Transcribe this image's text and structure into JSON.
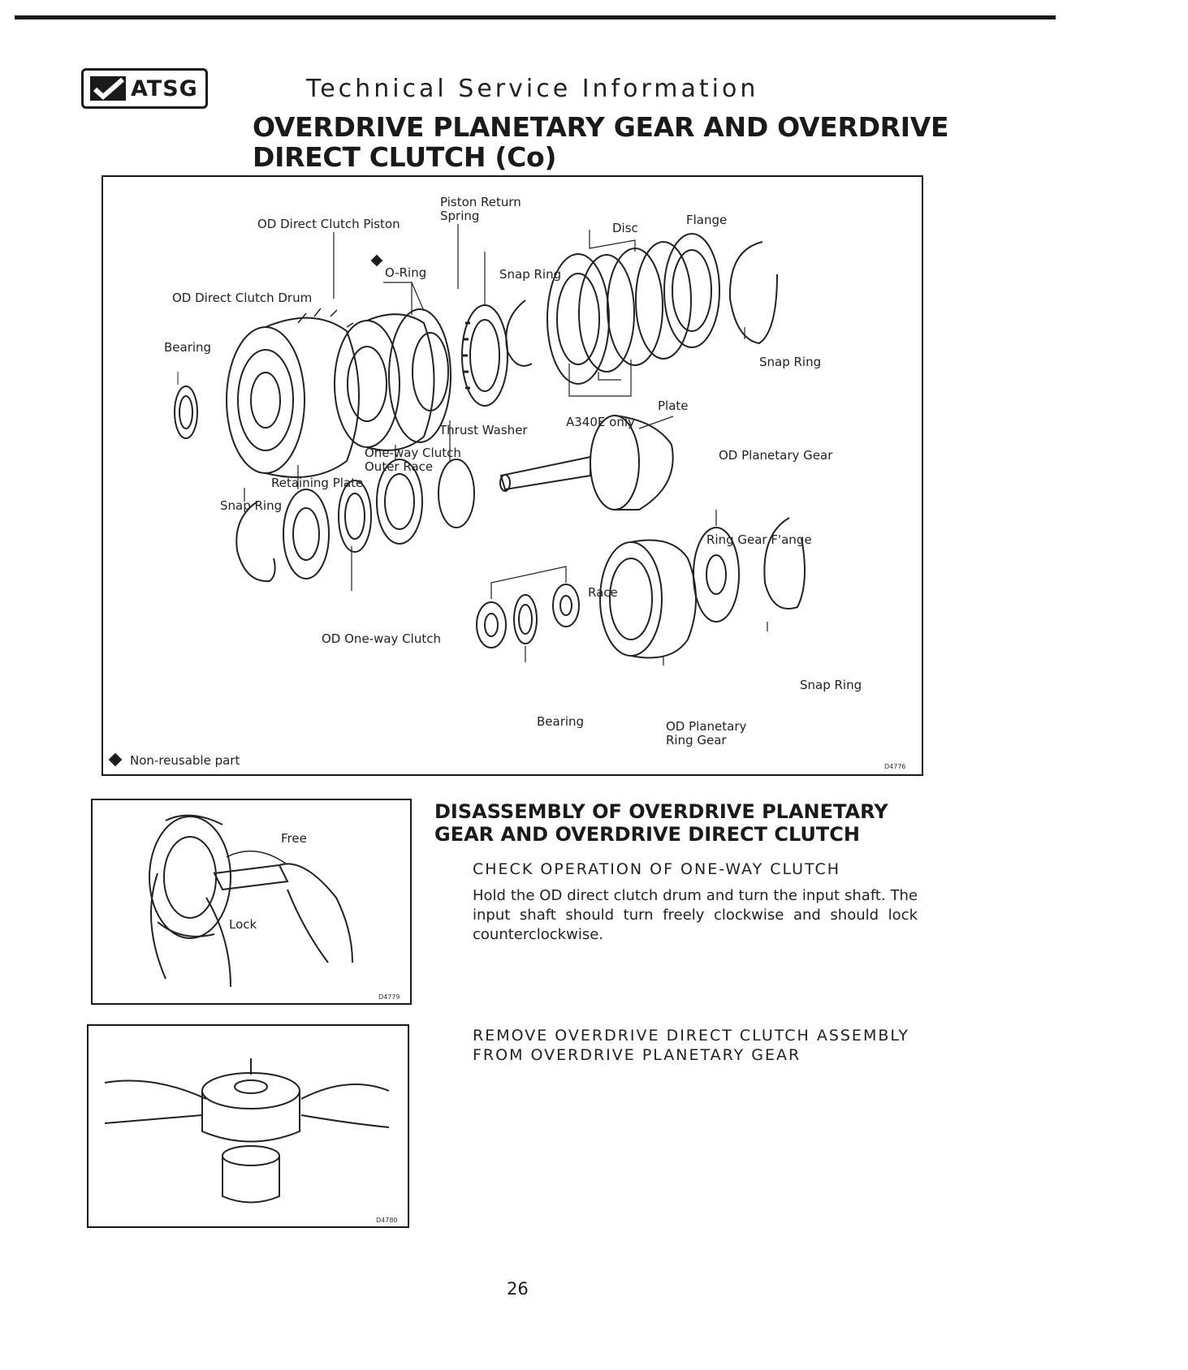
{
  "header": {
    "logo_text": "ATSG",
    "subtitle": "Technical Service Information",
    "title_line1": "OVERDRIVE PLANETARY GEAR AND OVERDRIVE",
    "title_line2": "DIRECT CLUTCH (Co)"
  },
  "diagram": {
    "labels": {
      "piston_return_spring_1": "Piston Return",
      "piston_return_spring_2": "Spring",
      "od_direct_clutch_piston": "OD Direct Clutch Piston",
      "disc": "Disc",
      "flange": "Flange",
      "o_ring": "O-Ring",
      "snap_ring_top": "Snap Ring",
      "od_direct_clutch_drum": "OD Direct Clutch Drum",
      "bearing_left": "Bearing",
      "snap_ring_right": "Snap Ring",
      "plate": "Plate",
      "a340e_only": "A340E only",
      "thrust_washer": "Thrust Washer",
      "one_way_outer_race_1": "One-way Clutch",
      "one_way_outer_race_2": "Outer Race",
      "od_planetary_gear": "OD Planetary Gear",
      "retaining_plate": "Retaining Plate",
      "snap_ring_left": "Snap Ring",
      "ring_gear_flange": "Ring Gear F'ange",
      "race": "Race",
      "od_one_way_clutch": "OD One-way Clutch",
      "snap_ring_bottom": "Snap Ring",
      "bearing_bottom": "Bearing",
      "od_planetary_ring_gear_1": "OD Planetary",
      "od_planetary_ring_gear_2": "Ring Gear",
      "non_reusable": "Non-reusable part",
      "fig_code": "D4776"
    }
  },
  "photo1": {
    "free_label": "Free",
    "lock_label": "Lock",
    "fig_code": "D4779"
  },
  "photo2": {
    "fig_code": "D4780"
  },
  "section": {
    "heading_line1": "DISASSEMBLY OF OVERDRIVE PLANETARY",
    "heading_line2": "GEAR AND OVERDRIVE DIRECT CLUTCH",
    "step1_title": "CHECK OPERATION OF ONE-WAY CLUTCH",
    "step1_body": "Hold the OD direct clutch drum and turn the input shaft. The input shaft should turn freely clockwise and should lock counterclockwise.",
    "step2_title_line1": "REMOVE OVERDRIVE DIRECT CLUTCH ASSEMBLY",
    "step2_title_line2": "FROM OVERDRIVE PLANETARY GEAR"
  },
  "footer": {
    "page_number": "26"
  }
}
